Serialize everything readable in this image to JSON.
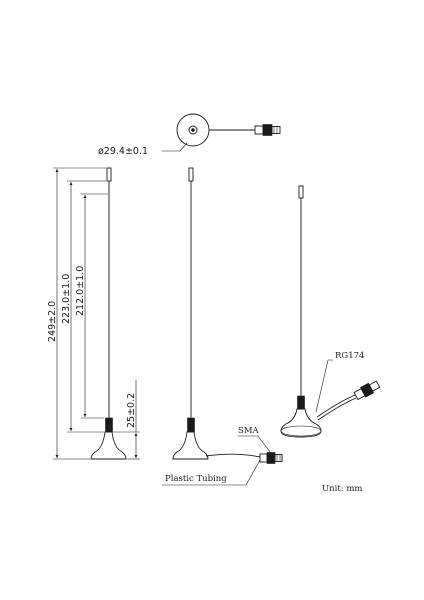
{
  "dimensions": {
    "diameter": "ø29.4±0.1",
    "total_height": "249±2.0",
    "height_223": "223.0±1.0",
    "height_212": "212.0±1.0",
    "base_height": "25±0.2"
  },
  "labels": {
    "sma": "SMA",
    "plastic_tubing": "Plastic Tubing",
    "cable": "RG174",
    "unit": "Unit:  mm"
  }
}
